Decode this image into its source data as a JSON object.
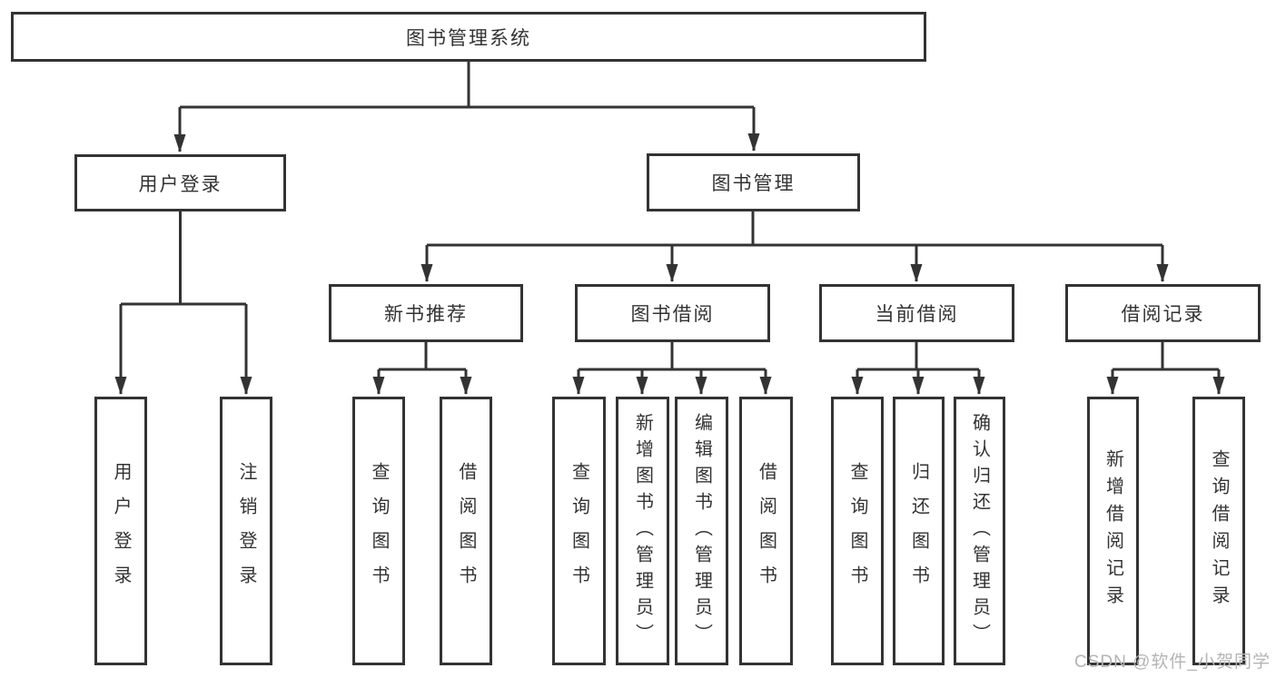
{
  "colors": {
    "line": "#333333",
    "text": "#333333",
    "background": "#ffffff",
    "watermark": "#b4b4b4"
  },
  "nodes": {
    "root": "图书管理系统",
    "user_login": "用户登录",
    "book_management": "图书管理",
    "new_book_recommend": "新书推荐",
    "book_borrowing": "图书借阅",
    "current_borrowing": "当前借阅",
    "borrowing_records": "借阅记录",
    "ul_user_login": "用户登录",
    "ul_logout_login": "注销登录",
    "nb_query_books": "查询图书",
    "nb_borrow_books": "借阅图书",
    "bb_query_books": "查询图书",
    "bb_add_books_admin": "新增图书（管理员）",
    "bb_edit_books_admin": "编辑图书（管理员）",
    "bb_borrow_books": "借阅图书",
    "cb_query_books": "查询图书",
    "cb_return_books": "归还图书",
    "cb_confirm_return_admin": "确认归还（管理员）",
    "br_add_record": "新增借阅记录",
    "br_query_record": "查询借阅记录"
  },
  "watermark": "CSDN @软件_小贺同学"
}
